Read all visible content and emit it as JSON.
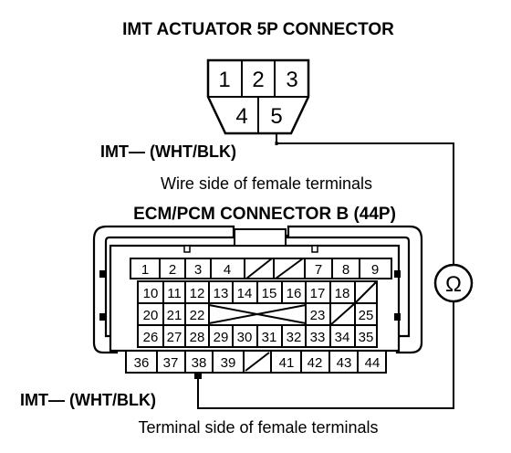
{
  "titles": {
    "actuator": "IMT ACTUATOR 5P CONNECTOR",
    "ecm": "ECM/PCM CONNECTOR B (44P)"
  },
  "labels": {
    "imt_top": "IMT— (WHT/BLK)",
    "imt_bottom": "IMT— (WHT/BLK)",
    "wire_side": "Wire side of female terminals",
    "terminal_side": "Terminal side of female terminals"
  },
  "meter_symbol": "Ω",
  "connector_5p": {
    "top_row": [
      "1",
      "2",
      "3"
    ],
    "bottom_row": [
      "4",
      "5"
    ]
  },
  "connector_44p": {
    "row1": [
      "1",
      "2",
      "3",
      "4",
      "",
      "",
      "7",
      "8",
      "9"
    ],
    "row2": [
      "10",
      "11",
      "12",
      "13",
      "14",
      "15",
      "16",
      "17",
      "18",
      ""
    ],
    "row3": [
      "20",
      "21",
      "22",
      "",
      "23",
      "",
      "25"
    ],
    "row4": [
      "26",
      "27",
      "28",
      "29",
      "30",
      "31",
      "32",
      "33",
      "34",
      "35"
    ],
    "row5": [
      "36",
      "37",
      "38",
      "39",
      "",
      "41",
      "42",
      "43",
      "44"
    ]
  }
}
